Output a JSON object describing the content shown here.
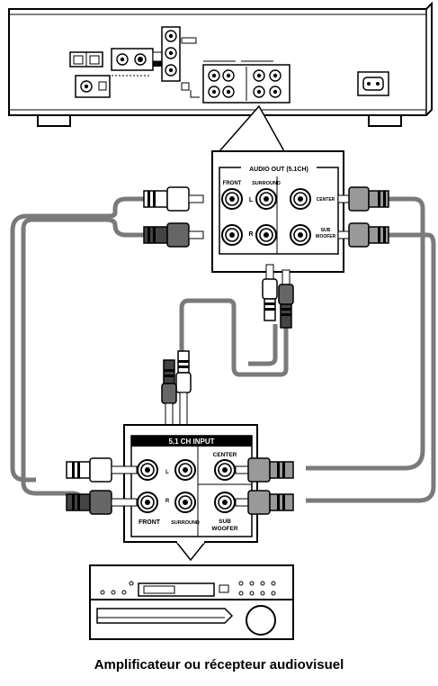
{
  "player_panel": {
    "title": "AUDIO OUT (5.1CH)",
    "front": "FRONT",
    "surround": "SURROUND",
    "left": "L",
    "right": "R",
    "center": "CENTER",
    "sub_line1": "SUB",
    "sub_line2": "WOOFER"
  },
  "amp_panel": {
    "title": "5.1 CH INPUT",
    "left": "L",
    "right": "R",
    "front": "FRONT",
    "surround": "SURROUND",
    "center": "CENTER",
    "sub_line1": "SUB",
    "sub_line2": "WOOFER"
  },
  "caption": "Amplificateur ou récepteur audiovisuel"
}
